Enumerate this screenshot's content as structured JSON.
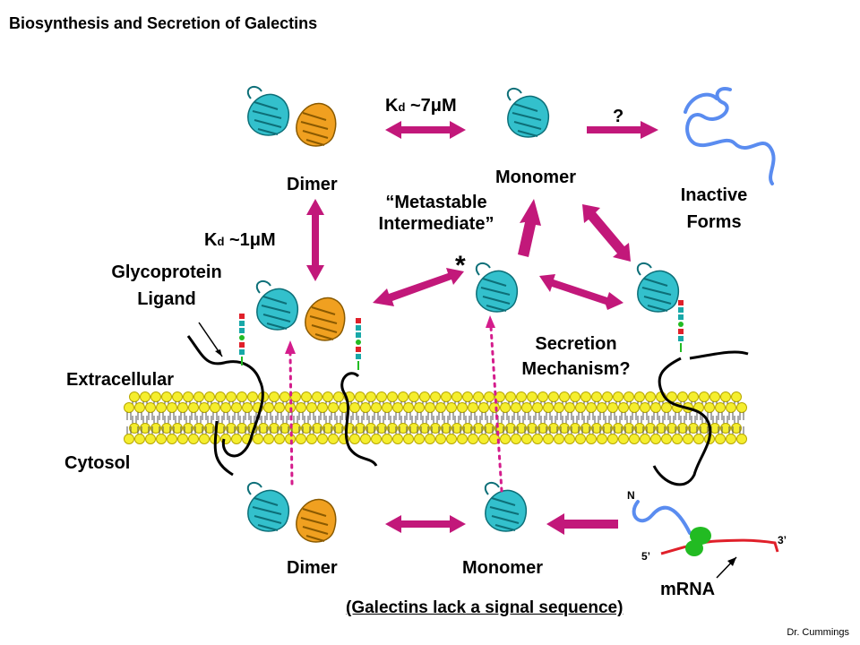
{
  "title": "Biosynthesis and Secretion of Galectins",
  "labels": {
    "dimer_top": "Dimer",
    "monomer_top": "Monomer",
    "inactive": [
      "Inactive",
      "Forms"
    ],
    "question": "?",
    "kd7_prefix": "K",
    "kd7_sub": "d",
    "kd7_value": " ~7",
    "kd7_mu": "μ",
    "kd7_unit": "M",
    "kd1_prefix": "K",
    "kd1_sub": "d",
    "kd1_value": " ~1",
    "kd1_mu": "μ",
    "kd1_unit": "M",
    "metastable": [
      "“Metastable",
      "Intermediate”"
    ],
    "asterisk": "*",
    "glycoprotein": [
      "Glycoprotein",
      "Ligand"
    ],
    "secretion": [
      "Secretion",
      "Mechanism?"
    ],
    "extracellular": "Extracellular",
    "cytosol": "Cytosol",
    "dimer_bottom": "Dimer",
    "monomer_bottom": "Monomer",
    "mrna": "mRNA",
    "n_term": "N",
    "five_prime": "5’",
    "three_prime": "3’"
  },
  "footnote": "(Galectins lack a signal sequence)",
  "credit": "Dr. Cummings",
  "colors": {
    "arrow": "#c2187a",
    "dotted": "#d41c8c",
    "lipid": "#f5ee2e",
    "cyan_protein": "#33c0cc",
    "orange_protein": "#f0a020",
    "inactive_coil": "#5a8cf0",
    "mrna": "#e0202a",
    "ribosome": "#22bb22"
  }
}
